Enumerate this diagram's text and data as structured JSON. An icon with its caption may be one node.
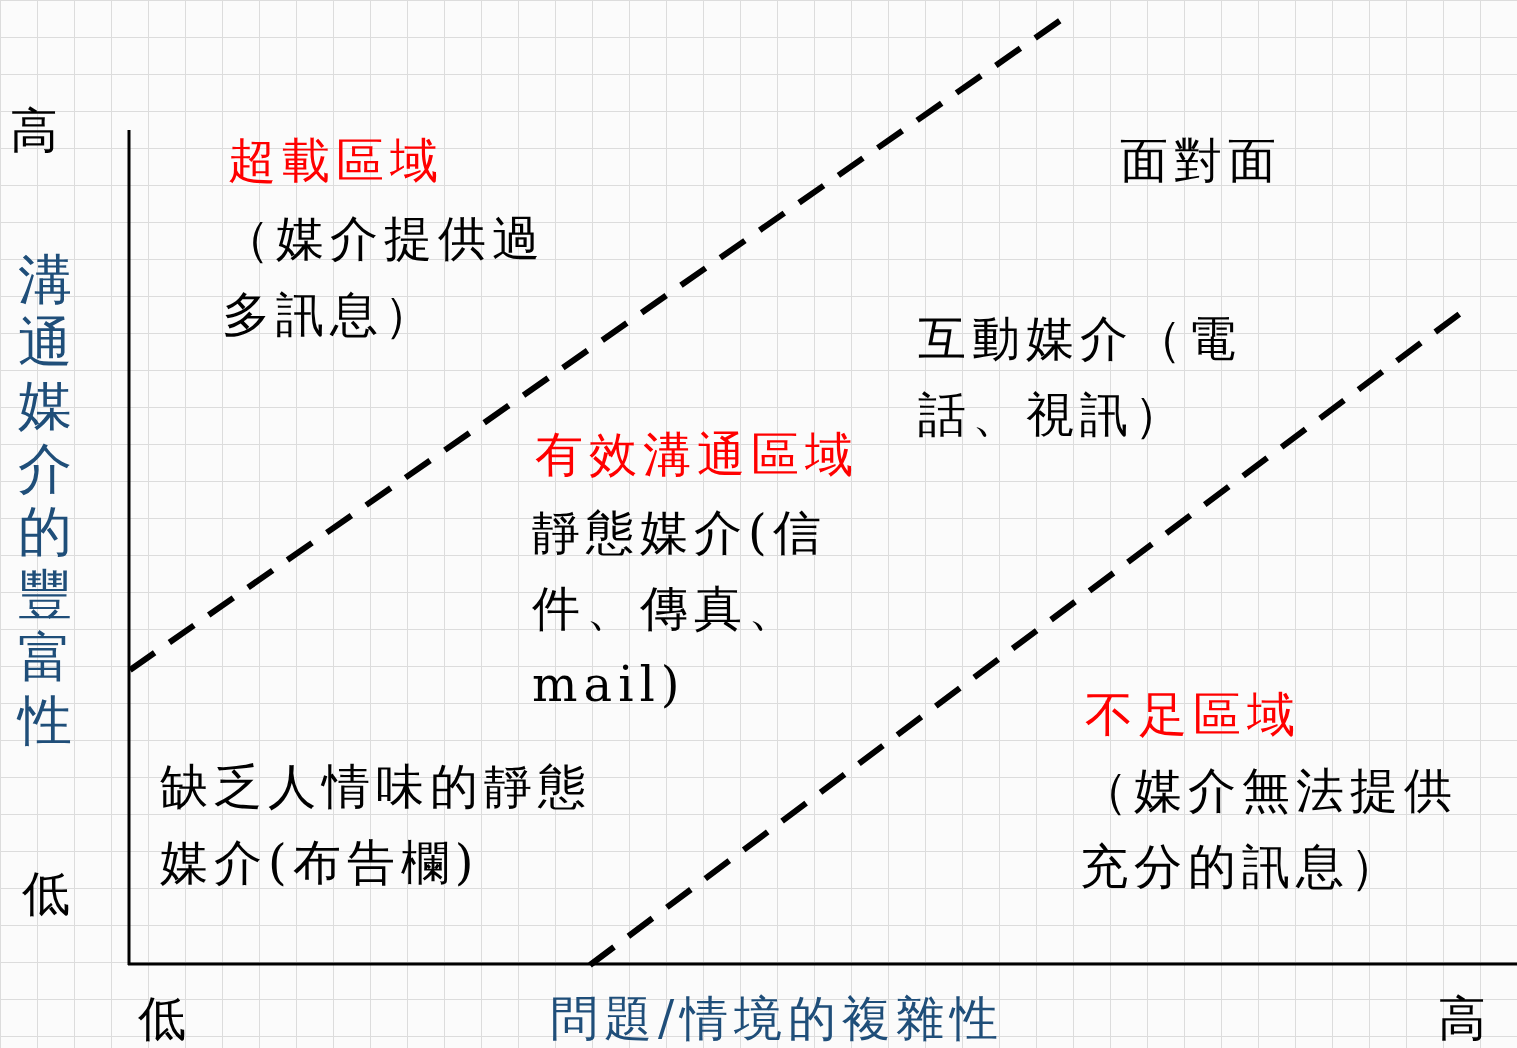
{
  "diagram": {
    "labels": [
      "高",
      "超載區域",
      "（媒介提供過多訊息）",
      "面對面",
      "溝通媒介的豐富性",
      "互動媒介（電話、視訊）",
      "有效溝通區域",
      "靜態媒介(信件、傳真、mail)",
      "不足區域",
      "缺乏人情味的靜態媒介(布告欄)",
      "（媒介無法提供充分的訊息）",
      "低",
      "低",
      "問題/情境的複雜性",
      "高"
    ]
  }
}
